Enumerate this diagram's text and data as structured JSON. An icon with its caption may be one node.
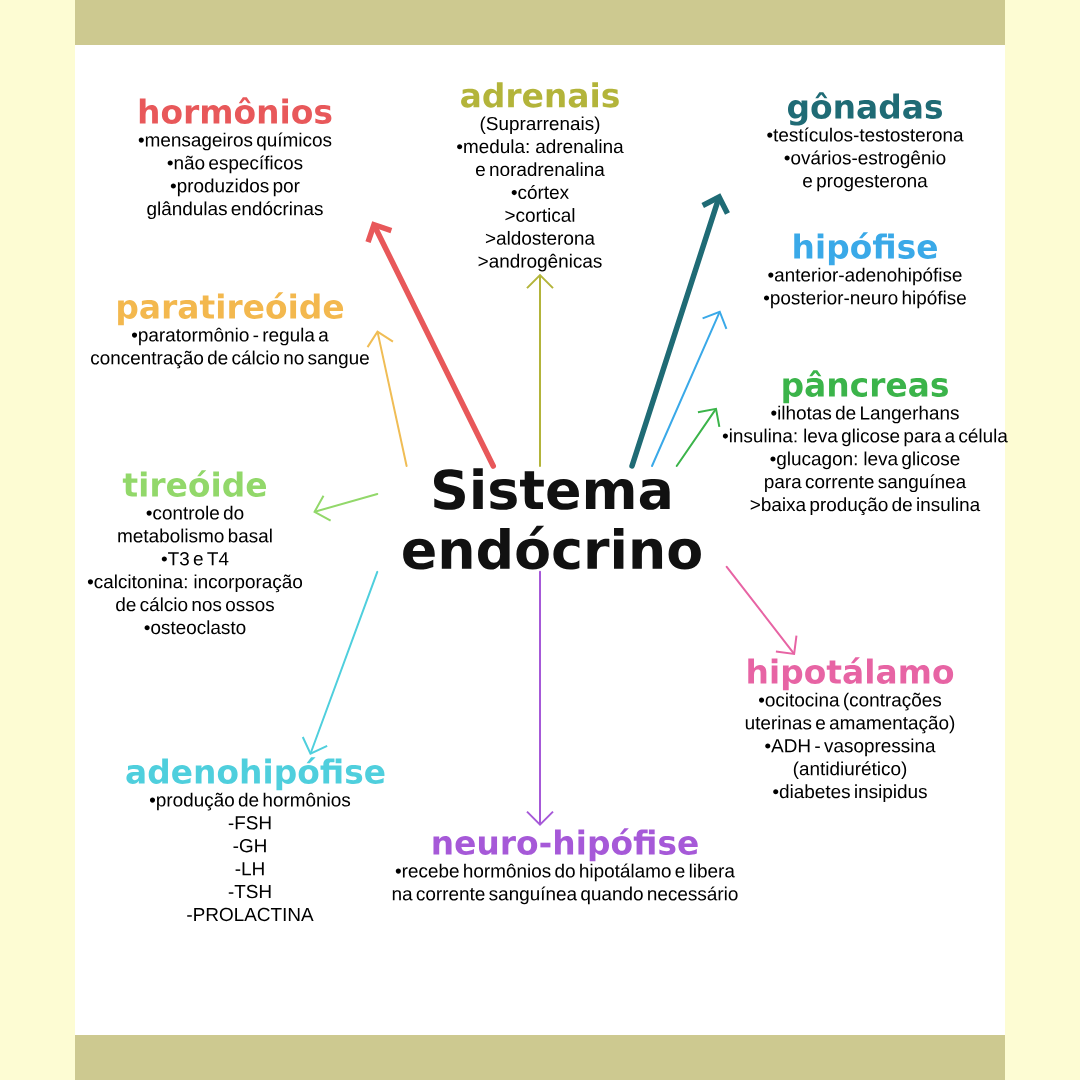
{
  "diagram": {
    "nodes": [
      {
        "text": [
          "Sistema endócrino"
        ]
      },
      {
        "text": [
          "hormônios",
          "•mensageiros químicos",
          "•não específicos",
          "•produzidos por glândulas endócrinas"
        ]
      },
      {
        "text": [
          "adrenais",
          "(Suprarrenais)",
          "•medula: adrenalina e noradrenalina",
          "•córtex",
          ">cortical",
          ">aldosterona",
          ">androgênicas"
        ]
      },
      {
        "text": [
          "gônadas",
          "•testículos-testosterona",
          "•ovários-estrogênio e progesterona"
        ]
      },
      {
        "text": [
          "paratireóide",
          "•paratormônio - regula a concentração de cálcio no sangue"
        ]
      },
      {
        "text": [
          "hipófise",
          "•anterior-adenohipófise",
          "•posterior-neuro hipófise"
        ]
      },
      {
        "text": [
          "pâncreas",
          "•ilhotas de Langerhans",
          "•insulina: leva glicose para a célula",
          "•glucagon: leva glicose para corrente sanguínea",
          ">baixa produção de insulina"
        ]
      },
      {
        "text": [
          "tireóide",
          "•controle do metabolismo basal",
          "•T3 e T4",
          "•calcitonina: incorporação de cálcio nos ossos",
          "•osteoclasto"
        ]
      },
      {
        "text": [
          "hipotálamo",
          "•ocitocina (contrações uterinas e amamentação)",
          "•ADH - vasopressina (antidiurético)",
          "•diabetes insipidus"
        ]
      },
      {
        "text": [
          "adenohipófise",
          "•produção de hormônios",
          "-FSH",
          "-GH",
          "-LH",
          "-TSH",
          "-PROLACTINA"
        ]
      },
      {
        "text": [
          "neuro-hipófise",
          "•recebe hormônios do hipotálamo e libera na corrente sanguínea quando necessário"
        ]
      }
    ],
    "edges": [
      {
        "from": 0,
        "to": 1,
        "arrow": "to",
        "style": "thick",
        "color": "#e8585a"
      },
      {
        "from": 0,
        "to": 4,
        "arrow": "to",
        "color": "#f0bd55"
      },
      {
        "from": 0,
        "to": 2,
        "arrow": "to",
        "color": "#b3b43a"
      },
      {
        "from": 0,
        "to": 3,
        "arrow": "to",
        "style": "thick",
        "color": "#1f6b75"
      },
      {
        "from": 0,
        "to": 5,
        "arrow": "to",
        "color": "#3aa9e8"
      },
      {
        "from": 0,
        "to": 6,
        "arrow": "to",
        "color": "#3bb44a"
      },
      {
        "from": 0,
        "to": 7,
        "arrow": "to",
        "color": "#92d86a"
      },
      {
        "from": 0,
        "to": 8,
        "arrow": "to",
        "color": "#e764a4"
      },
      {
        "from": 0,
        "to": 9,
        "arrow": "to",
        "color": "#4fcfdd"
      },
      {
        "from": 0,
        "to": 10,
        "arrow": "to",
        "color": "#a659d8"
      }
    ]
  }
}
